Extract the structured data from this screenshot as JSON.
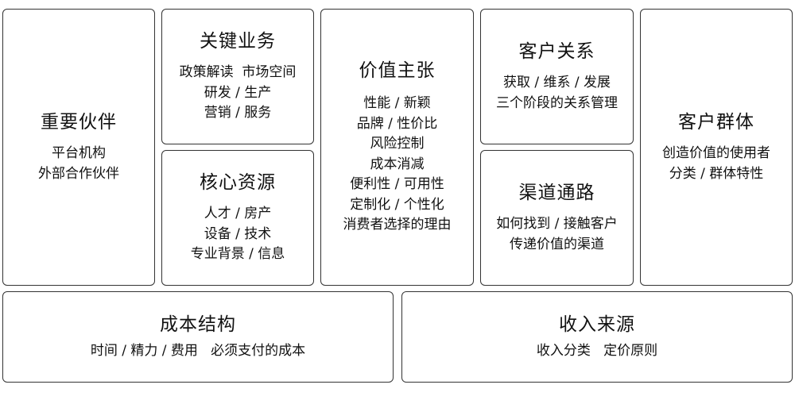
{
  "blocks": {
    "key_partners": {
      "title": "重要伙伴",
      "lines": [
        "平台机构",
        "外部合作伙伴"
      ]
    },
    "key_activities": {
      "title": "关键业务",
      "lines": [
        "政策解读  市场空间",
        "研发 / 生产",
        "营销 / 服务"
      ]
    },
    "key_resources": {
      "title": "核心资源",
      "lines": [
        "人才 / 房产",
        "设备 / 技术",
        "专业背景 / 信息"
      ]
    },
    "value_propositions": {
      "title": "价值主张",
      "lines": [
        "性能 / 新颖",
        "品牌 / 性价比",
        "风险控制",
        "成本消减",
        "便利性 / 可用性",
        "定制化 / 个性化",
        "消费者选择的理由"
      ]
    },
    "customer_relationships": {
      "title": "客户关系",
      "lines": [
        "获取 / 维系 / 发展",
        "三个阶段的关系管理"
      ]
    },
    "channels": {
      "title": "渠道通路",
      "lines": [
        "如何找到 / 接触客户",
        "传递价值的渠道"
      ]
    },
    "customer_segments": {
      "title": "客户群体",
      "lines": [
        "创造价值的使用者",
        "分类 / 群体特性"
      ]
    },
    "cost_structure": {
      "title": "成本结构",
      "lines": [
        "时间 / 精力 / 费用   必须支付的成本"
      ]
    },
    "revenue_streams": {
      "title": "收入来源",
      "lines": [
        "收入分类   定价原则"
      ]
    }
  }
}
